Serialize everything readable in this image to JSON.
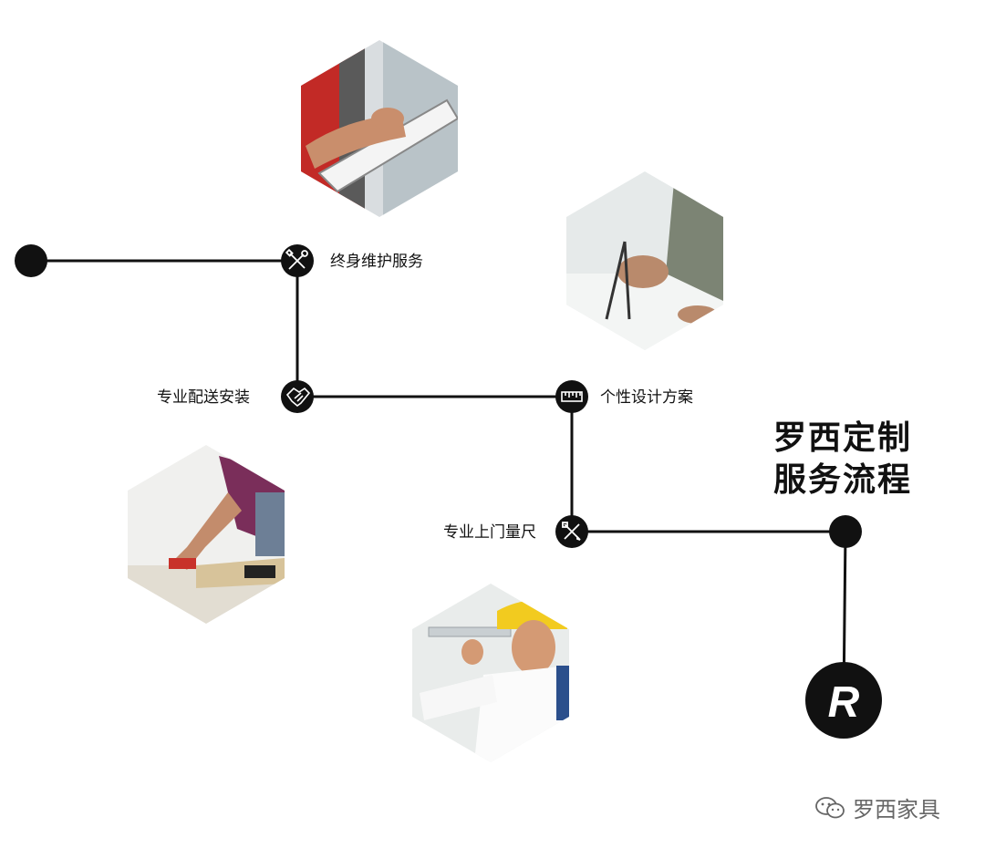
{
  "title": {
    "line1": "罗西定制",
    "line2": "服务流程"
  },
  "steps": [
    {
      "label": "专业上门量尺",
      "icon": "pencil-ruler-icon"
    },
    {
      "label": "个性设计方案",
      "icon": "ruler-icon"
    },
    {
      "label": "专业配送安装",
      "icon": "handshake-icon"
    },
    {
      "label": "终身维护服务",
      "icon": "tools-icon"
    }
  ],
  "logo": {
    "letter": "R"
  },
  "watermark": {
    "text": "罗西家具",
    "icon": "wechat-icon"
  },
  "colors": {
    "line": "#111111",
    "node": "#111111",
    "icon": "#ffffff",
    "watermark": "#666666"
  },
  "photos": [
    {
      "subject": "worker writing on clipboard"
    },
    {
      "subject": "designer drafting with compass"
    },
    {
      "subject": "installer cutting panel"
    },
    {
      "subject": "worker with hard hat measuring wall"
    }
  ]
}
